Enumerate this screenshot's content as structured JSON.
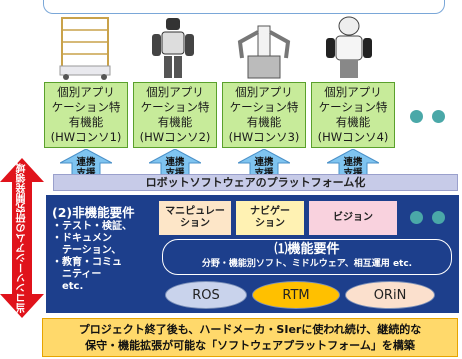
{
  "apps": [
    {
      "label": "個別アプリ\nケーション特\n有機能\n(HWコンソ1)"
    },
    {
      "label": "個別アプリ\nケーション特\n有機能\n(HWコンソ2)"
    },
    {
      "label": "個別アプリ\nケーション特\n有機能\n(HWコンソ3)"
    },
    {
      "label": "個別アプリ\nケーション特\n有機能\n(HWコンソ4)"
    }
  ],
  "support_label": "連携\n支援",
  "platform_title": "ロボットソフトウェアのプラットフォーム化",
  "side_label": "当コンソーシアムの研究開発領域",
  "nonfunctional": {
    "title": "(2)非機能要件",
    "items": [
      "・テスト・検証、",
      "・ドキュメン\n　テーション、",
      "・教育・コミュ\n　ニティー",
      "　etc."
    ]
  },
  "modules": [
    {
      "label": "マニピュレー\nション",
      "color": "#fde6c8"
    },
    {
      "label": "ナビゲー\nション",
      "color": "#fff2b3"
    },
    {
      "label": "ビジョン",
      "color": "#f9d2de"
    }
  ],
  "functional": {
    "title": "⑴機能要件",
    "subtitle": "分野・機能別ソフト、ミドルウェア、相互運用 etc."
  },
  "middleware": [
    {
      "label": "ROS",
      "color": "#c9d3ec"
    },
    {
      "label": "RTM",
      "color": "#ffc000"
    },
    {
      "label": "ORiN",
      "color": "#fbe0cd"
    }
  ],
  "bottom_text": "プロジェクト終了後も、ハードメーカ・SIerに使われ続け、継続的な\n保守・機能拡張が可能な「ソフトウェアプラットフォーム」を構築",
  "colors": {
    "accent_blue": "#1d3f8c",
    "app_green": "#c7eb9a",
    "arrow_blue": "#7fc4f0",
    "dots_teal": "#4aa8a8",
    "side_red": "#e0131b"
  }
}
